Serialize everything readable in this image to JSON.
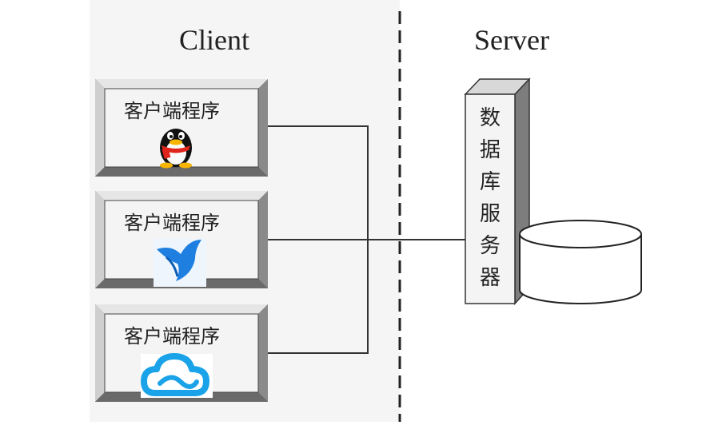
{
  "diagram": {
    "client_title": "Client",
    "server_title": "Server",
    "clients": [
      {
        "label": "客户端程序",
        "icon": "qq-penguin-icon"
      },
      {
        "label": "客户端程序",
        "icon": "bird-app-icon"
      },
      {
        "label": "客户端程序",
        "icon": "cloud-app-icon"
      }
    ],
    "server_chars": [
      "数",
      "据",
      "库",
      "服",
      "务",
      "器"
    ],
    "database": {
      "icon": "database-cylinder-icon"
    },
    "colors": {
      "line": "#333333",
      "frame_light": "#e2e2e2",
      "frame_dark": "#6e6e6e",
      "penguin_scarf": "#e0241b",
      "penguin_beak": "#f7b400",
      "bird_blue": "#1e7fe0",
      "cloud_blue": "#1aa3e8"
    }
  }
}
